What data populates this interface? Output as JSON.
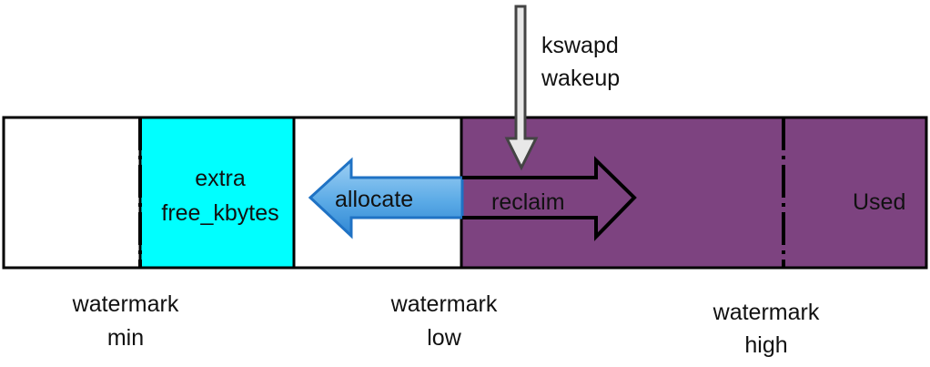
{
  "colors": {
    "extra_region": "#00ffff",
    "used_region": "#7d4380",
    "allocate_arrow": "#5aaae6",
    "border": "#000000"
  },
  "labels": {
    "kswapd_line1": "kswapd",
    "kswapd_line2": "wakeup",
    "extra_line1": "extra",
    "extra_line2": "free_kbytes",
    "allocate": "allocate",
    "reclaim": "reclaim",
    "used": "Used",
    "wm_min_line1": "watermark",
    "wm_min_line2": "min",
    "wm_low_line1": "watermark",
    "wm_low_line2": "low",
    "wm_high_line1": "watermark",
    "wm_high_line2": "high"
  }
}
